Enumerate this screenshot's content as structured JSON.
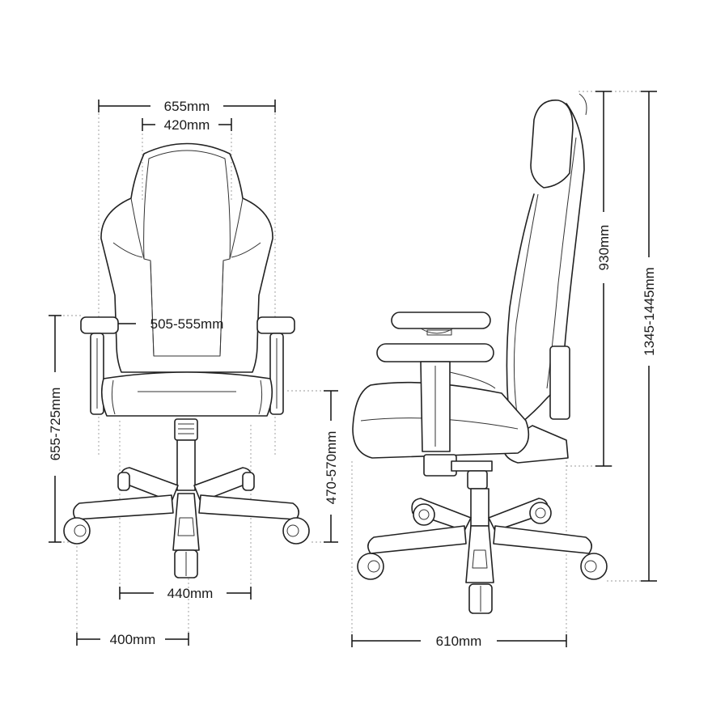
{
  "front_view": {
    "overall_width": "655mm",
    "backrest_width": "420mm",
    "armrest_width": "505-555mm",
    "armrest_height": "655-725mm",
    "base_width": "440mm",
    "base_radius": "400mm"
  },
  "side_view": {
    "backrest_height": "930mm",
    "overall_height": "1345-1445mm",
    "seat_height": "470-570mm",
    "depth": "610mm"
  },
  "colors": {
    "line": "#222222",
    "background": "#ffffff"
  }
}
